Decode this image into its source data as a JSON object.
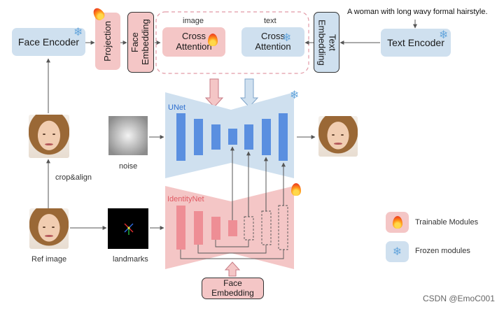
{
  "top": {
    "face_encoder": "Face Encoder",
    "projection": "Projection",
    "face_embedding": "Face Embedding",
    "cross_attention_image_caption": "image",
    "cross_attention_image": "Cross Attention",
    "cross_attention_text_caption": "text",
    "cross_attention_text": "Cross Attention",
    "text_embedding": "Text Embedding",
    "text_encoder": "Text Encoder",
    "prompt": "A woman with long wavy formal hairstyle."
  },
  "middle": {
    "unet_label": "UNet",
    "noise_label": "noise",
    "crop_align": "crop&align"
  },
  "bottom": {
    "identitynet_label": "IdentityNet",
    "ref_image": "Ref image",
    "landmarks": "landmarks",
    "face_embedding": "Face Embedding"
  },
  "legend": {
    "trainable": "Trainable Modules",
    "frozen": "Frozen modules"
  },
  "watermark": "CSDN @EmoC001",
  "colors": {
    "frozen_blue": "#cfe0ef",
    "trainable_pink": "#f4c6c6",
    "unet_block": "#5a8fe0",
    "identitynet_block": "#ee8e95",
    "dashed_border": "#e29aa6"
  },
  "icons": {
    "frozen": "snowflake-icon",
    "trainable": "fire-icon"
  }
}
